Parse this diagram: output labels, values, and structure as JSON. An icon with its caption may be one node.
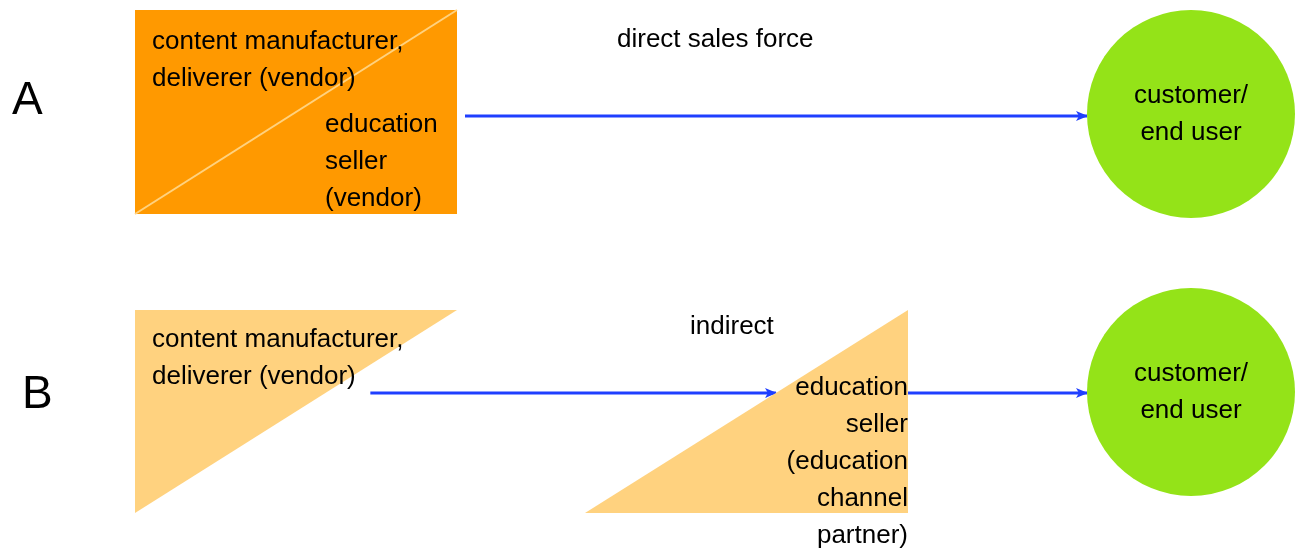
{
  "diagram": {
    "nodes": [
      {
        "text": [
          "content manufacturer, deliverer (vendor)",
          "education seller (vendor)"
        ]
      },
      {
        "text": [
          "customer/ end user"
        ]
      },
      {
        "text": [
          "content manufacturer, deliverer (vendor)"
        ]
      },
      {
        "text": [
          "education seller (education channel partner)"
        ]
      },
      {
        "text": [
          "customer/ end user"
        ]
      }
    ],
    "edges": [
      {
        "from": 0,
        "to": 1,
        "arrow": "to",
        "label": "direct sales force"
      },
      {
        "from": 2,
        "to": 3,
        "arrow": "to",
        "label": "indirect"
      },
      {
        "from": 3,
        "to": 4,
        "arrow": "to"
      }
    ],
    "labels": [
      "A",
      "B"
    ]
  }
}
